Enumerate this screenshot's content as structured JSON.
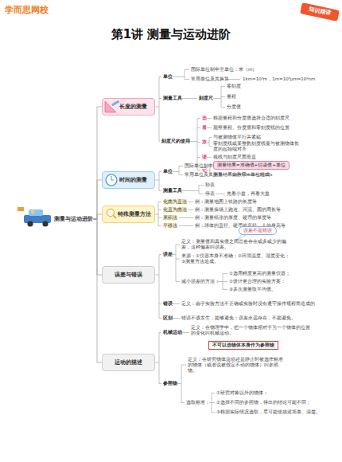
{
  "diagram": {
    "title": "第1讲 测量与运动进阶",
    "nodes": [
      {
        "text": [
          "测量与运动进阶"
        ]
      },
      {
        "text": [
          "长度的测量"
        ]
      },
      {
        "text": [
          "时间的测量"
        ]
      },
      {
        "text": [
          "特殊测量方法"
        ]
      },
      {
        "text": [
          "误差与错误"
        ]
      },
      {
        "text": [
          "运动的描述"
        ]
      },
      {
        "text": [
          "测量结果=准确值+估读值+单位"
        ]
      },
      {
        "text": [
          "误差不是错误"
        ]
      },
      {
        "text": [
          "不可以选物体本身作为参照物"
        ]
      }
    ],
    "edges": [
      {
        "from": 0,
        "to": 1,
        "arrow": "none"
      },
      {
        "from": 0,
        "to": 2,
        "arrow": "none"
      },
      {
        "from": 0,
        "to": 3,
        "arrow": "none"
      },
      {
        "from": 0,
        "to": 4,
        "arrow": "none"
      },
      {
        "from": 0,
        "to": 5,
        "arrow": "none"
      }
    ],
    "labels": [
      "学而思网校",
      "知识精讲",
      "单位",
      "国际单位制中主单位：米（m）",
      "常用单位及其换算",
      "1km=10³m，1m=10⁶μm=10⁹nm",
      "测量工具",
      "刻度尺",
      "零刻度",
      "量程",
      "分度值",
      "刻度尺的使用",
      "选",
      "根据量程和分度值选择合适的刻度尺",
      "看",
      "观察量程、分度值和零刻度线的位置",
      "放",
      "与被测物体平行并紧贴",
      "零刻度线或某整数刻度线要与被测物体长度的起始端对齐",
      "读",
      "视线与刻度尺面垂直",
      "记",
      "测量结果由数字+单位组成",
      "单位",
      "国际单位制中主单位：秒（s）",
      "常用单位及其换算",
      "1h=60min=3600s",
      "测量工具",
      "秒表",
      "停表",
      "先看小盘，再看大盘",
      "化曲为直法",
      "例：测量地图上铁路的长度等",
      "化直为曲法",
      "例：测量操场上跑道、河流、圆的周长等",
      "累积法",
      "例：测量纸张的厚度、硬币的厚度等",
      "平移法",
      "例：球体的直径、硬币的直径、人的身高等",
      "误差",
      "定义：测量值和真实值之间总会存在或多或少的偏差，这种偏差叫误差。",
      "来源：①仪器本身不准确；②环境温度、湿度变化；③测量方法造成。",
      "减小误差的方法：",
      "①选用精度更高的测量仪器；",
      "②设计更合理的实验方案；",
      "③多次测量取平均值。",
      "错误",
      "定义：由于实验方法不正确或实验时没有遵守操作规程而造成的",
      "区别",
      "错误不该发生，能够避免；误差永远存在，不能避免。",
      "机械运动",
      "定义：在物理学中，把一个物体相对于另一个物体的位置的变化叫机械运动。",
      "参照物",
      "定义：在研究物体运动还是静止时被选作标准的物体（或者说被假定不动的物体）叫参照物。",
      "选取标准：",
      "①研究对象以外的物体；",
      "②选择不同的参照物，得出的结论可能不同；",
      "③根据实际情况选取，尽可能使描述简单、清楚。"
    ]
  }
}
